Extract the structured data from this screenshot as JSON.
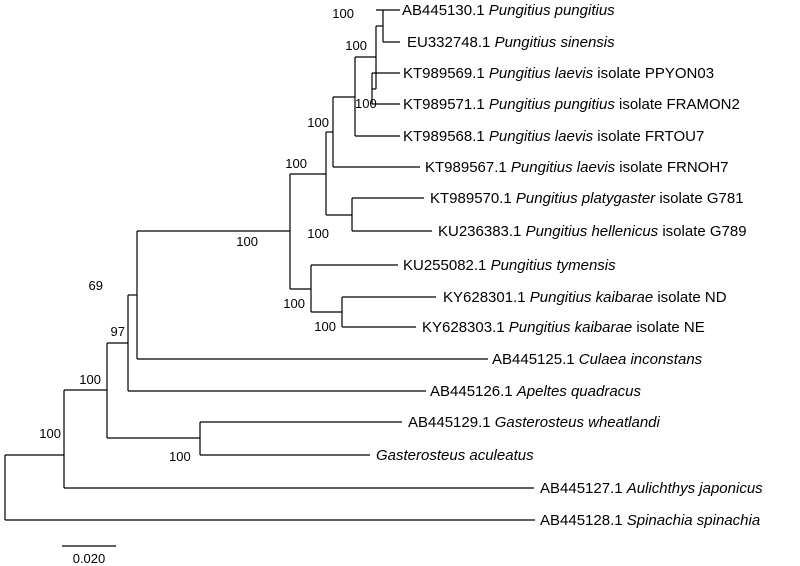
{
  "tree": {
    "line_color": "#000000",
    "leaves": [
      {
        "accession": "AB445130.1",
        "species": "Pungitius pungitius",
        "isolate": ""
      },
      {
        "accession": "EU332748.1",
        "species": "Pungitius sinensis",
        "isolate": ""
      },
      {
        "accession": "KT989569.1",
        "species": "Pungitius laevis",
        "isolate": "isolate PPYON03"
      },
      {
        "accession": "KT989571.1",
        "species": "Pungitius pungitius",
        "isolate": "isolate FRAMON2"
      },
      {
        "accession": "KT989568.1",
        "species": "Pungitius laevis",
        "isolate": "isolate FRTOU7"
      },
      {
        "accession": "KT989567.1",
        "species": "Pungitius laevis",
        "isolate": "isolate FRNOH7"
      },
      {
        "accession": "KT989570.1",
        "species": "Pungitius platygaster",
        "isolate": "isolate G781"
      },
      {
        "accession": "KU236383.1",
        "species": "Pungitius hellenicus",
        "isolate": "isolate G789"
      },
      {
        "accession": "KU255082.1",
        "species": "Pungitius tymensis",
        "isolate": ""
      },
      {
        "accession": "KY628301.1",
        "species": "Pungitius kaibarae",
        "isolate": "isolate ND"
      },
      {
        "accession": "KY628303.1",
        "species": "Pungitius kaibarae",
        "isolate": "isolate NE"
      },
      {
        "accession": "AB445125.1",
        "species": "Culaea inconstans",
        "isolate": ""
      },
      {
        "accession": "AB445126.1",
        "species": "Apeltes quadracus",
        "isolate": ""
      },
      {
        "accession": "AB445129.1",
        "species": "Gasterosteus wheatlandi",
        "isolate": ""
      },
      {
        "accession": "",
        "species": "Gasterosteus  aculeatus",
        "isolate": ""
      },
      {
        "accession": "AB445127.1",
        "species": "Aulichthys japonicus",
        "isolate": ""
      },
      {
        "accession": "AB445128.1",
        "species": "Spinachia spinachia",
        "isolate": ""
      }
    ],
    "bootstrap_values": [
      "100",
      "100",
      "100",
      "100",
      "100",
      "100",
      "100",
      "100",
      "100",
      "69",
      "97",
      "100",
      "100",
      "100"
    ],
    "scale_bar": {
      "label": "0.020"
    }
  }
}
